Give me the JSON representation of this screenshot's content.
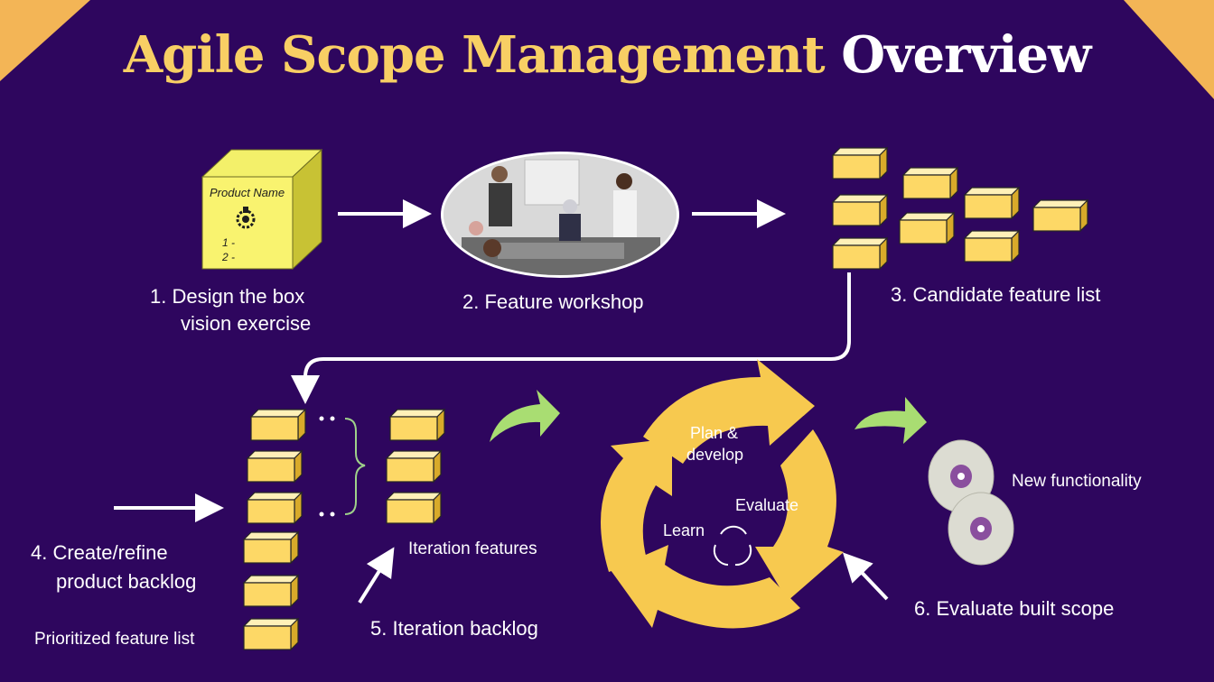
{
  "title": {
    "part1": "Agile Scope Management",
    "part2": "Overview"
  },
  "box": {
    "product_name": "Product Name",
    "line1": "1  -",
    "line2": "2  -"
  },
  "steps": {
    "step1_line1": "1.  Design the box",
    "step1_line2": "vision exercise",
    "step2": "2.  Feature workshop",
    "step3": "3.  Candidate feature list",
    "step4_line1": "4.   Create/refine",
    "step4_line2": "product backlog",
    "prioritized": "Prioritized feature list",
    "iteration_features": "Iteration features",
    "step5": "5. Iteration backlog",
    "step6": "6. Evaluate built scope",
    "new_functionality": "New functionality"
  },
  "cycle": {
    "plan": "Plan &",
    "develop": "develop",
    "evaluate": "Evaluate",
    "learn": "Learn"
  },
  "colors": {
    "background": "#2e065e",
    "accent_yellow": "#f8cf64",
    "cube_face": "#fdd866",
    "cycle_yellow": "#f7c94f",
    "green_arrow": "#a9dd72",
    "corner": "#f3b556"
  }
}
